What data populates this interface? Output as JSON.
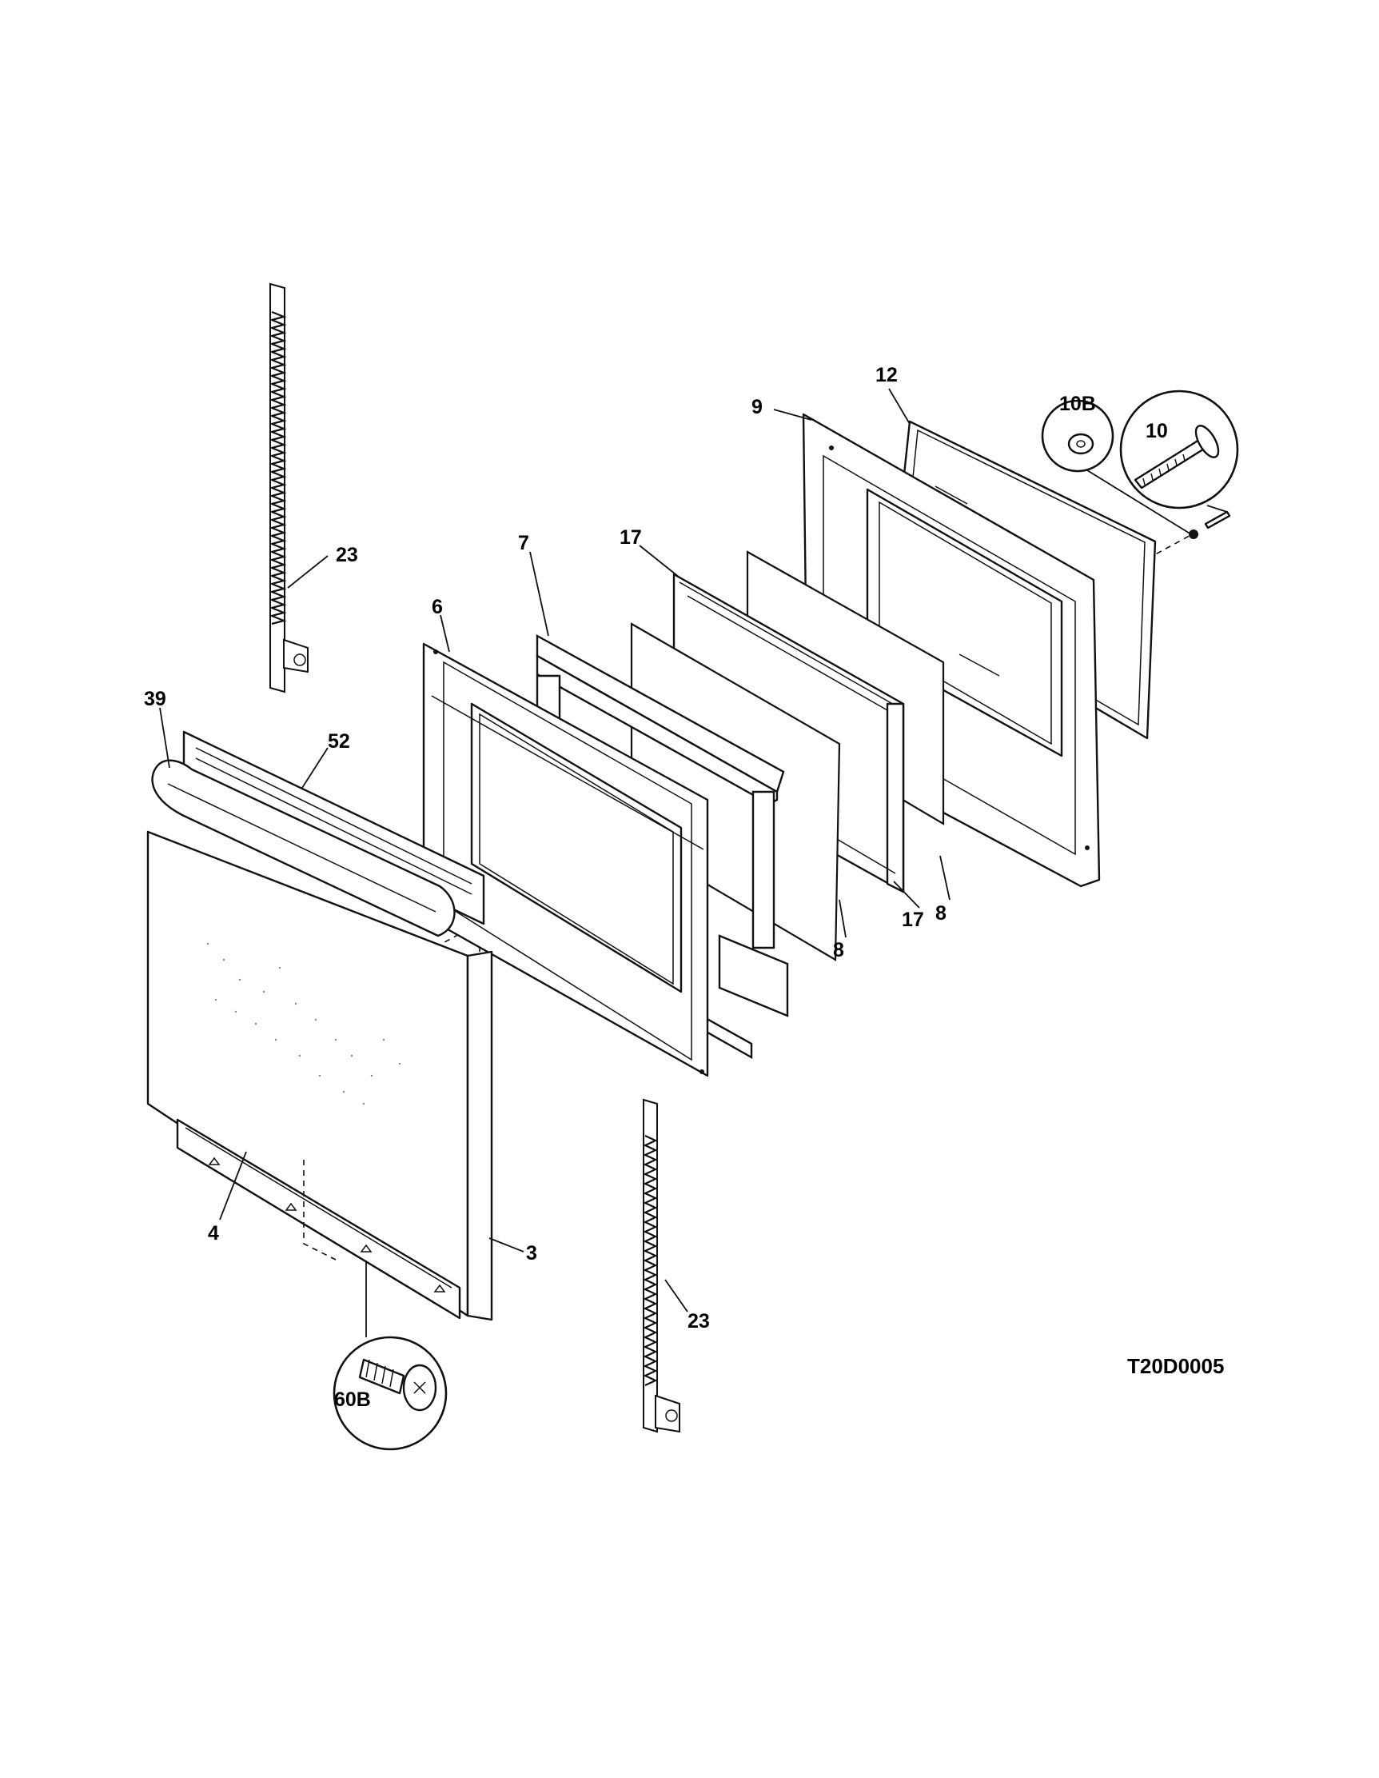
{
  "diagram": {
    "drawing_code": "T20D0005",
    "callouts": [
      {
        "id": "c12",
        "label": "12"
      },
      {
        "id": "c9",
        "label": "9"
      },
      {
        "id": "c10B",
        "label": "10B"
      },
      {
        "id": "c10",
        "label": "10"
      },
      {
        "id": "c23top",
        "label": "23"
      },
      {
        "id": "c7",
        "label": "7"
      },
      {
        "id": "c17top",
        "label": "17"
      },
      {
        "id": "c6",
        "label": "6"
      },
      {
        "id": "c39",
        "label": "39"
      },
      {
        "id": "c52",
        "label": "52"
      },
      {
        "id": "c8a",
        "label": "8"
      },
      {
        "id": "c8b",
        "label": "8"
      },
      {
        "id": "c17bot",
        "label": "17"
      },
      {
        "id": "c4",
        "label": "4"
      },
      {
        "id": "c3",
        "label": "3"
      },
      {
        "id": "c23bot",
        "label": "23"
      },
      {
        "id": "c60B",
        "label": "60B"
      }
    ]
  }
}
